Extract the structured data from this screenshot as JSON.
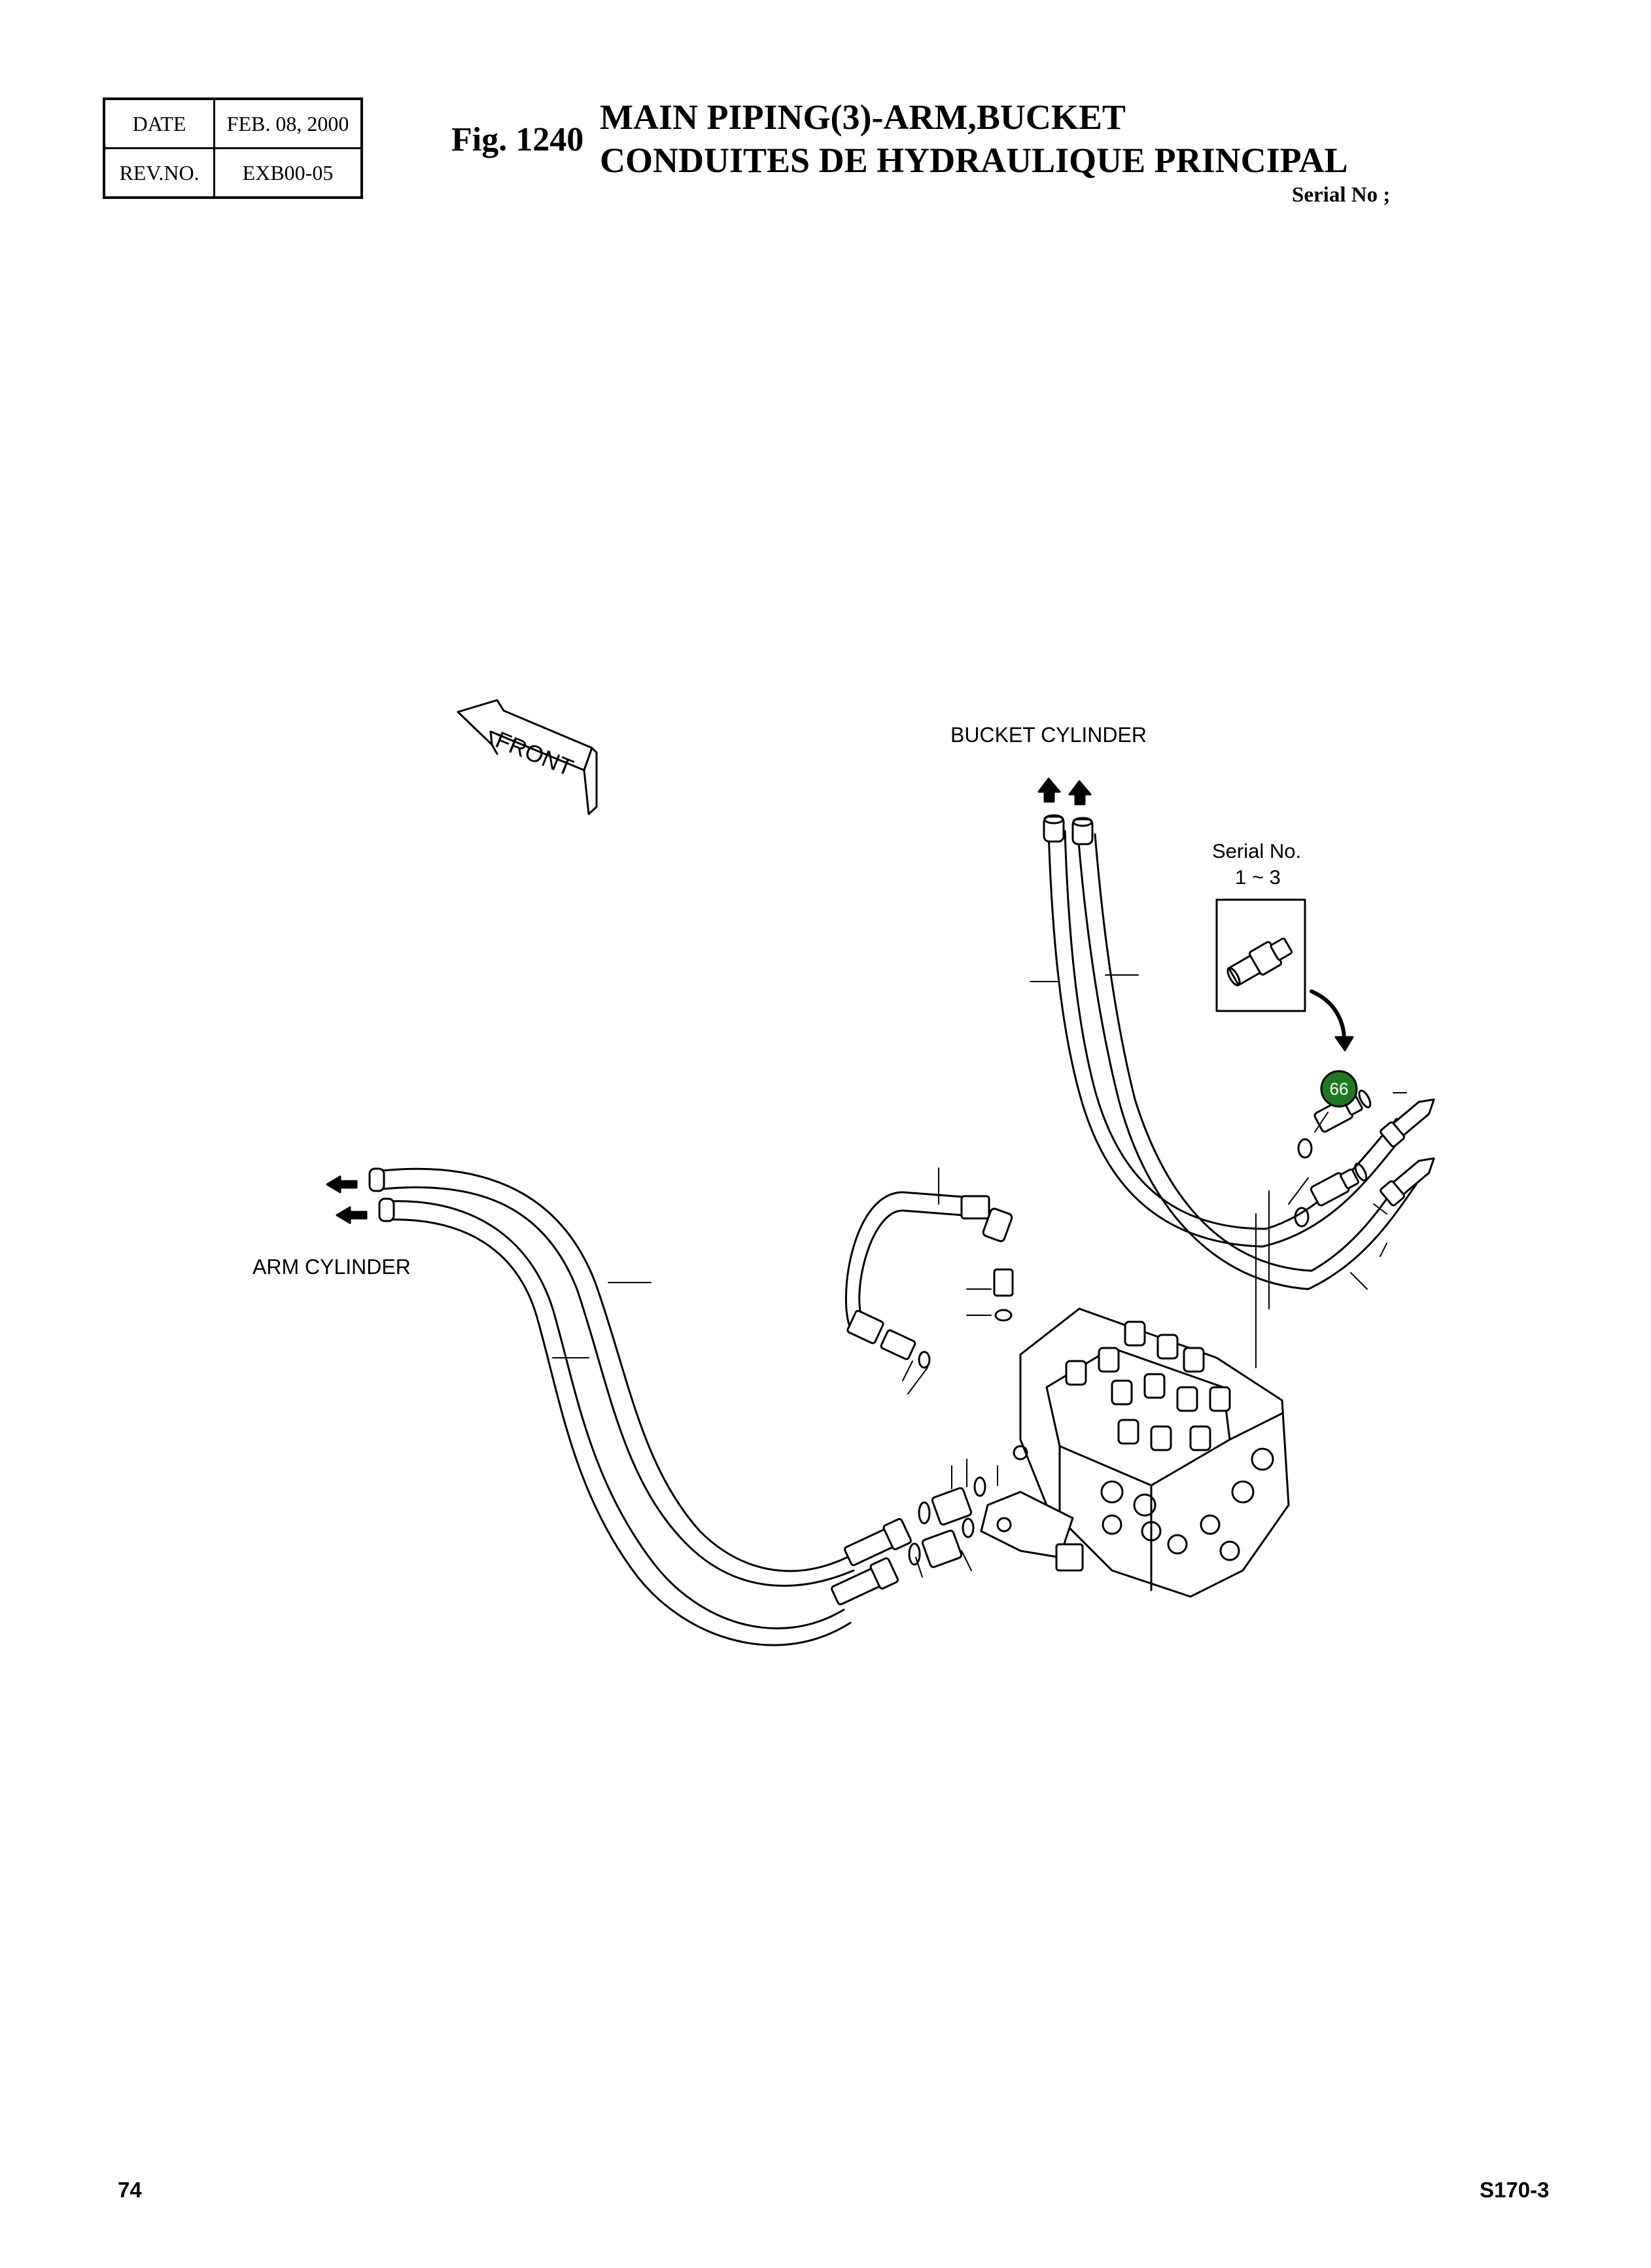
{
  "header": {
    "date_label": "DATE",
    "date_value": "FEB. 08, 2000",
    "rev_label": "REV.NO.",
    "rev_value": "EXB00-05",
    "figure_number": "Fig. 1240",
    "title_en": "MAIN PIPING(3)-ARM,BUCKET",
    "title_fr": "CONDUITES DE HYDRAULIQUE PRINCIPAL",
    "serial_heading": "Serial No ;"
  },
  "drawing": {
    "front_label": "FRONT",
    "bucket_label": "BUCKET CYLINDER",
    "arm_label": "ARM CYLINDER",
    "inset_serial_label": "Serial No.",
    "inset_serial_range": "1 ~ 3",
    "callout_number": "66",
    "callout_color": "#1f7a1f"
  },
  "footer": {
    "page_number": "74",
    "model": "S170-3"
  }
}
